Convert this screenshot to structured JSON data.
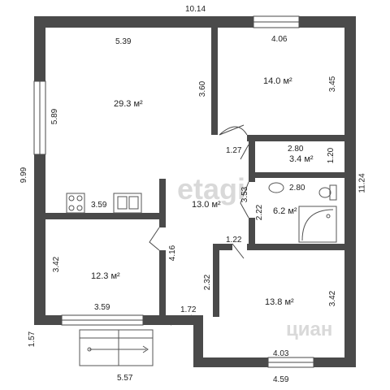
{
  "plan": {
    "overall": {
      "top_width": "10.14",
      "left_height": "9.99",
      "right_height": "11.24",
      "bottom_extra": "1.57"
    },
    "rooms": [
      {
        "id": "living",
        "area": "29.3 м²"
      },
      {
        "id": "bedroom_ne",
        "area": "14.0 м²"
      },
      {
        "id": "corridor_small",
        "area": "3.4 м²"
      },
      {
        "id": "hall",
        "area": "13.0 м²"
      },
      {
        "id": "bathroom",
        "area": "6.2 м²"
      },
      {
        "id": "bedroom_sw",
        "area": "12.3 м²"
      },
      {
        "id": "bedroom_se",
        "area": "13.8 м²"
      }
    ],
    "dimensions": {
      "living_width": "5.39",
      "living_height": "5.89",
      "living_partition": "3.60",
      "kitchen_width": "3.59",
      "bedroom_ne_width": "4.06",
      "bedroom_ne_height": "3.45",
      "door_127": "1.27",
      "corr_width": "2.80",
      "corr_height": "1.20",
      "bath_width": "2.80",
      "bath_height": "2.22",
      "hall_353": "3.53",
      "door_122": "1.22",
      "hall_416": "4.16",
      "hall_232": "2.32",
      "door_172": "1.72",
      "bed_sw_height": "3.42",
      "bed_sw_width": "3.59",
      "bed_se_height": "3.42",
      "bed_se_width": "4.03",
      "bottom_right_width": "4.59",
      "porch_width": "5.57"
    },
    "watermarks": {
      "etagi": "etagi",
      "cian": "циан"
    }
  }
}
